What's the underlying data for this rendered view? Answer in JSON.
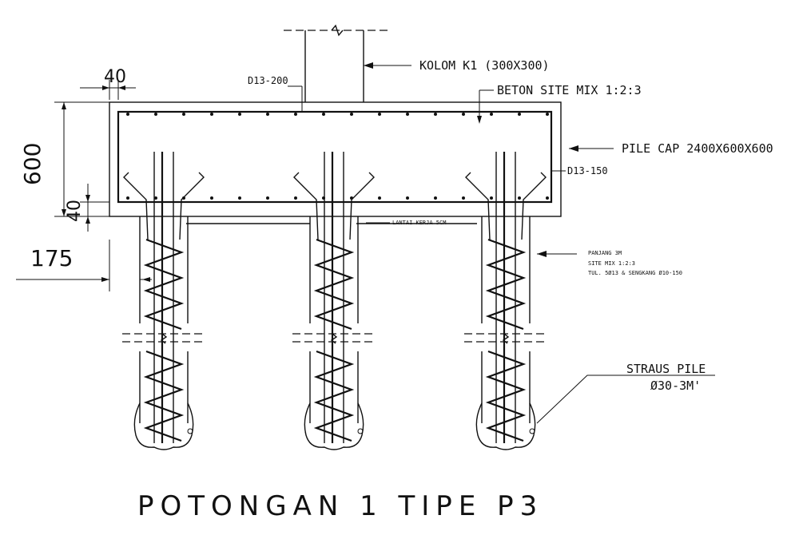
{
  "drawing": {
    "title": "POTONGAN 1 TIPE P3",
    "labels": {
      "column": "KOLOM K1 (300X300)",
      "concrete": "BETON SITE MIX 1:2:3",
      "pile_cap": "PILE CAP 2400X600X600",
      "top_rebar": "D13-200",
      "side_rebar": "D13-150",
      "work_floor": "LANTAI KERJA 5CM",
      "pile_length": "PANJANG 3M",
      "pile_mix": "SITE MIX 1:2:3",
      "pile_reinforcement": "TUL. 5Ø13 & SENGKANG Ø10-150",
      "pile_type": "STRAUS PILE",
      "pile_spec": "Ø30-3M'"
    },
    "dimensions": {
      "cover_top": "40",
      "cap_height": "600",
      "cover_bottom": "40",
      "pile_offset": "175"
    },
    "pile_count": 3
  }
}
